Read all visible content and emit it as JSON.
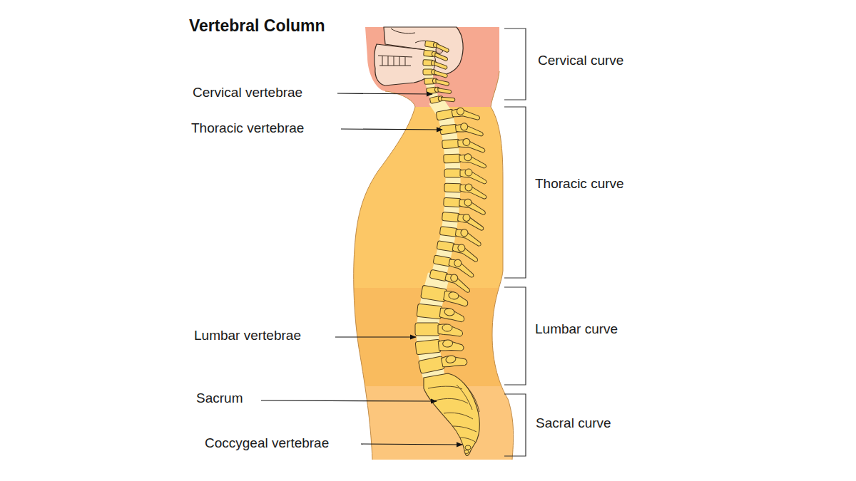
{
  "diagram": {
    "title": "Vertebral Column",
    "labels": [
      "Cervical vertebrae",
      "Cervical curve",
      "Thoracic vertebrae",
      "Thoracic curve",
      "Lumbar vertebrae",
      "Lumbar curve",
      "Sacrum",
      "Sacral curve",
      "Coccygeal vertebrae"
    ]
  }
}
